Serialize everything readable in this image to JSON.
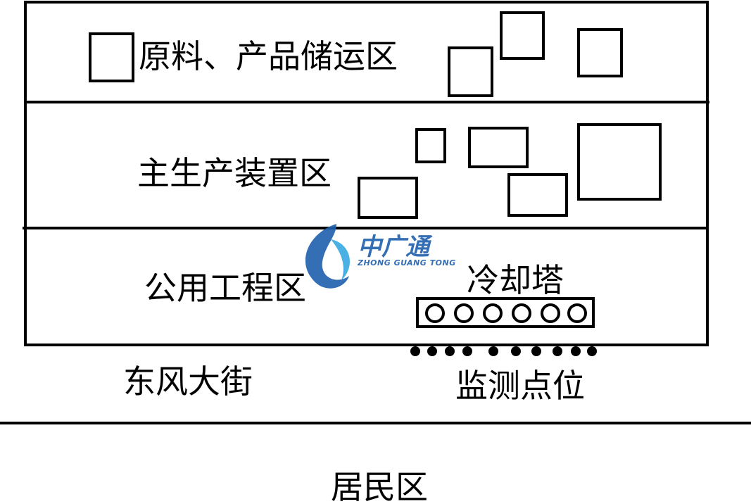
{
  "zones": {
    "storage": "原料、产品储运区",
    "production": "主生产装置区",
    "utilities": "公用工程区"
  },
  "cooling_tower": {
    "label": "冷却塔"
  },
  "monitoring": {
    "label": "监测点位"
  },
  "street": {
    "label": "东风大街"
  },
  "residential": {
    "label": "居民区"
  },
  "watermark": {
    "name": "中广通",
    "pinyin": "ZHONG GUANG TONG",
    "color": "#1f5fae"
  }
}
